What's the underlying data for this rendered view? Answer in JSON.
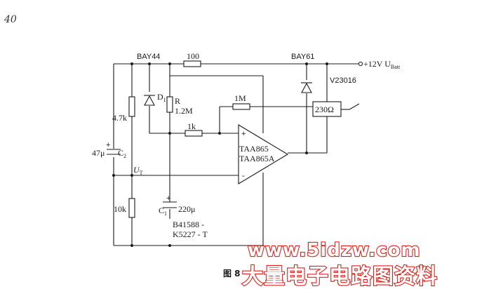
{
  "page_number": "40",
  "caption": "图 8",
  "watermark": {
    "url": "www.5idzw.com",
    "cn": "大量电子电路图资料"
  },
  "labels": {
    "bay44": "BAY44",
    "r100": "100",
    "bay61": "BAY61",
    "supply": "+12V U",
    "supply_sub": "Batt",
    "v23016": "V23016",
    "d1": "D",
    "d1_sub": "1",
    "r_label": "R",
    "r_value": "1.2M",
    "r1m": "1M",
    "relay": "230Ω",
    "r47k": "4.7k",
    "r1k": "1k",
    "opamp1": "TAA865",
    "opamp2": "TAA865A",
    "c2_value": "47μ",
    "c2_name": "C",
    "c2_sub": "2",
    "ut": "U",
    "ut_sub": "T",
    "r10k": "10k",
    "c1_name": "C",
    "c1_sub": "1",
    "c1_value": "220μ",
    "part1": "B41588 -",
    "part2": "K5227 - T",
    "plus": "+",
    "minus": "-"
  }
}
